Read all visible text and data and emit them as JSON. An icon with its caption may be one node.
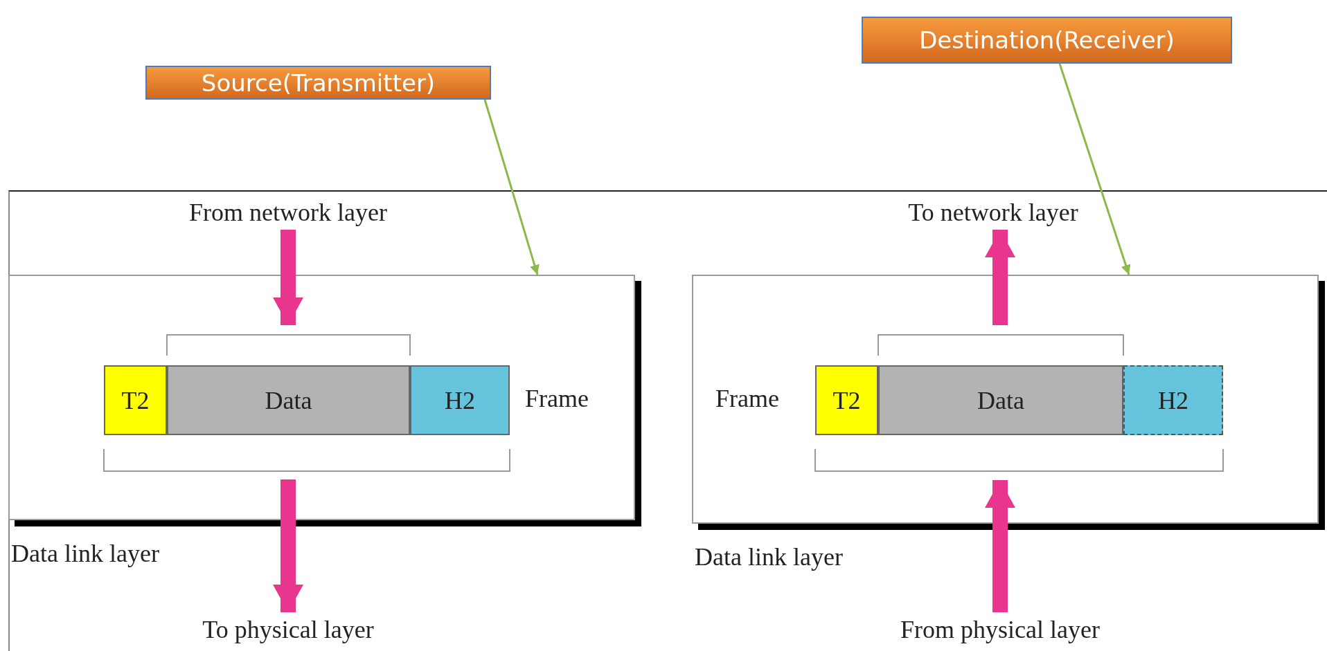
{
  "diagram": {
    "nodes": [
      {
        "text": [
          "Source(Transmitter)"
        ]
      },
      {
        "text": [
          "Destination(Receiver)"
        ]
      },
      {
        "text": [
          "Data link layer"
        ]
      },
      {
        "text": [
          "From network layer"
        ]
      },
      {
        "text": [
          "Frame"
        ],
        "in": 2
      },
      {
        "text": [
          "T2"
        ],
        "in": 4
      },
      {
        "text": [
          "Data"
        ],
        "in": 4
      },
      {
        "text": [
          "H2"
        ],
        "in": 4
      },
      {
        "text": [
          "To physical layer"
        ]
      },
      {
        "text": [
          "Data link layer"
        ]
      },
      {
        "text": [
          "To network layer"
        ]
      },
      {
        "text": [
          "Frame"
        ],
        "in": 9
      },
      {
        "text": [
          "T2"
        ],
        "in": 11
      },
      {
        "text": [
          "Data"
        ],
        "in": 11
      },
      {
        "text": [
          "H2"
        ],
        "in": 11
      },
      {
        "text": [
          "From physical layer"
        ]
      }
    ],
    "edges": [
      {
        "from": 0,
        "to": 2,
        "arrow": "to",
        "color": "#8db84a"
      },
      {
        "from": 3,
        "to": 4,
        "arrow": "to"
      },
      {
        "from": 4,
        "to": 8,
        "arrow": "to"
      },
      {
        "from": 1,
        "to": 9,
        "arrow": "to",
        "color": "#8db84a"
      },
      {
        "from": 11,
        "to": 10,
        "arrow": "to"
      },
      {
        "from": 15,
        "to": 11,
        "arrow": "to"
      }
    ]
  }
}
